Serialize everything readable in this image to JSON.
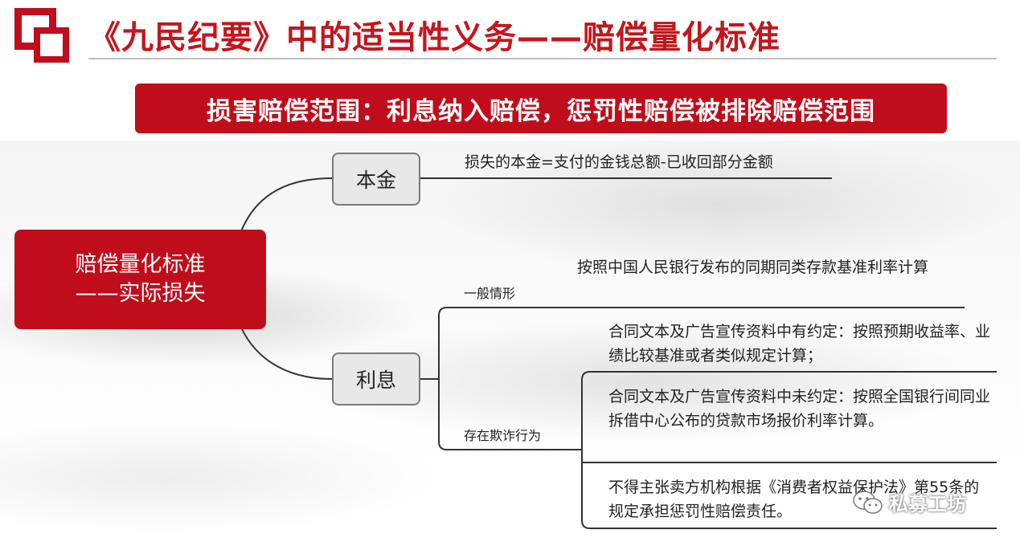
{
  "header": {
    "title": "《九民纪要》中的适当性义务——赔偿量化标准"
  },
  "banner": {
    "text": "损害赔偿范围：利息纳入赔偿，惩罚性赔偿被排除赔偿范围"
  },
  "root": {
    "line1": "赔偿量化标准",
    "line2": "——实际损失"
  },
  "branches": {
    "principal": {
      "label": "本金",
      "detail": "损失的本金=支付的金钱总额-已收回部分金额"
    },
    "interest": {
      "label": "利息",
      "general": {
        "label": "一般情形",
        "detail": "按照中国人民银行发布的同期同类存款基准利率计算"
      },
      "fraud": {
        "label": "存在欺诈行为",
        "items": [
          "合同文本及广告宣传资料中有约定：按照预期收益率、业绩比较基准或者类似规定计算；",
          "合同文本及广告宣传资料中未约定：按照全国银行间同业拆借中心公布的贷款市场报价利率计算。",
          "不得主张卖方机构根据《消费者权益保护法》第55条的规定承担惩罚性赔偿责任。"
        ]
      }
    }
  },
  "watermark": {
    "text": "私募工坊",
    "icon": "wechat-icon"
  },
  "colors": {
    "accent": "#c00d1b",
    "title": "#c4161c"
  }
}
